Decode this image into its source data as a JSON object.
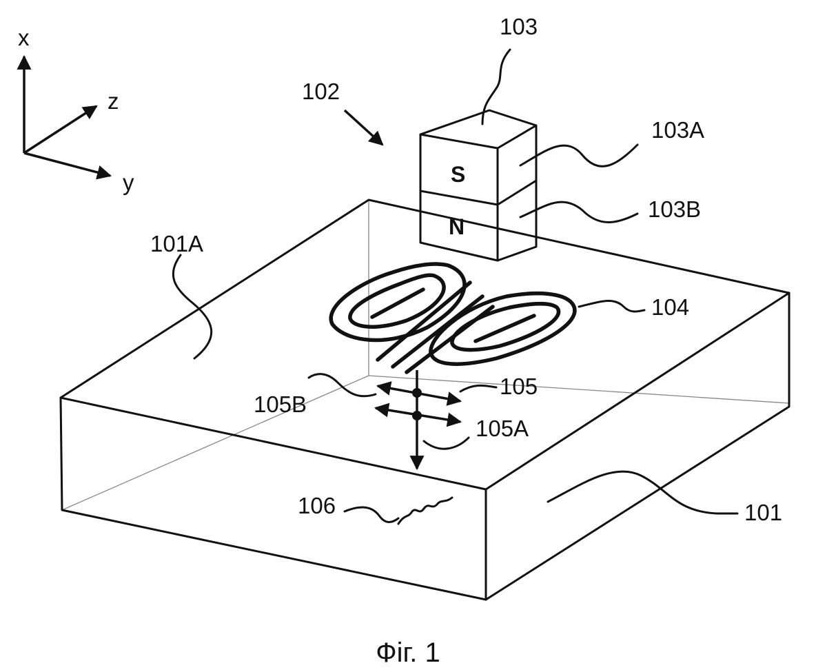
{
  "labels": {
    "axis_x": "x",
    "axis_y": "y",
    "axis_z": "z",
    "l101": "101",
    "l101A": "101A",
    "l102": "102",
    "l103": "103",
    "l103A": "103A",
    "l103B": "103B",
    "l104": "104",
    "l105": "105",
    "l105A": "105A",
    "l105B": "105B",
    "l106": "106",
    "pole_s": "S",
    "pole_n": "N"
  },
  "caption": "Фіг. 1"
}
